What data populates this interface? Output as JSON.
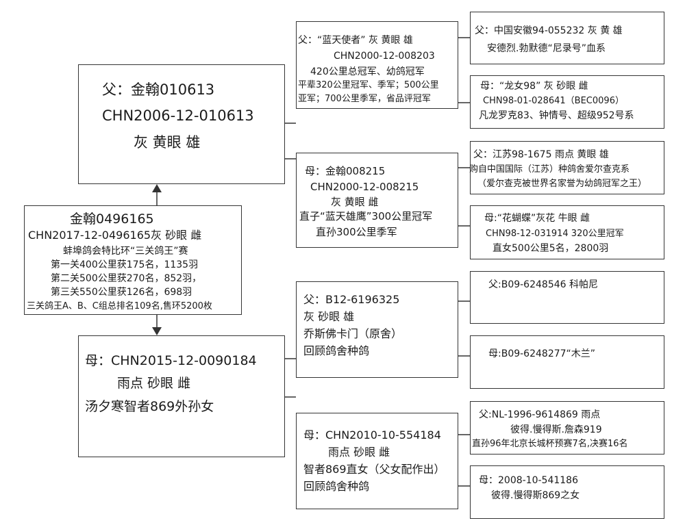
{
  "subject": {
    "lines": [
      "金翰0496165",
      "CHN2017-12-0496165灰 砂眼 雌",
      "蚌埠鸽会特比环“三关鸽王”赛",
      "第一关400公里获175名，1135羽",
      "第二关500公里获270名，852羽，",
      "第三关550公里获126名，698羽",
      "三关鸽王A、B、C组总排名109名,售环5200枚"
    ]
  },
  "sire": {
    "lines": [
      "父：金翰010613",
      "CHN2006-12-010613",
      "灰 黄眼 雄"
    ]
  },
  "dam": {
    "lines": [
      "母：CHN2015-12-0090184",
      "雨点 砂眼 雌",
      "汤夕寒智者869外孙女"
    ]
  },
  "sire_sire": {
    "lines": [
      "父：“蓝天使者”  灰 黄眼 雄",
      "CHN2000-12-008203",
      "420公里总冠军、幼鸽冠军",
      "平辈320公里冠军、季军；500公里",
      "亚军；700公里季军，省品评冠军"
    ]
  },
  "sire_dam": {
    "lines": [
      "母：金翰008215",
      "CHN2000-12-008215",
      "灰 黄眼 雌",
      "直子“蓝天雄鹰”300公里冠军",
      "直孙300公里季军"
    ]
  },
  "dam_sire": {
    "lines": [
      "父：B12-6196325",
      "灰 砂眼 雄",
      "乔斯佛卡门（原舍）",
      "回顾鸽舍种鸽"
    ]
  },
  "dam_dam": {
    "lines": [
      "母：CHN2010-10-554184",
      "雨点 砂眼 雌",
      "智者869直女（父女配作出）",
      "回顾鸽舍种鸽"
    ]
  },
  "g3": {
    "ss_s": {
      "lines": [
        "父：中国安徽94-055232 灰 黄 雄",
        "安德烈.勃默德“尼录号”血系"
      ]
    },
    "ss_d": {
      "lines": [
        "母：“龙女98” 灰 砂眼 雌",
        "CHN98-01-028641（BEC0096）",
        "凡龙罗克83、钟情号、超级952号系"
      ]
    },
    "sd_s": {
      "lines": [
        "父：江苏98-1675 雨点 黄眼 雄",
        "购自中国国际（江苏）种鸽舍爱尔查克系",
        "（爱尔查克被世界名家誉为幼鸽冠军之王）"
      ]
    },
    "sd_d": {
      "lines": [
        "母:“花蝴蝶”灰花 牛眼 雌",
        "CHN98-12-031914  320公里冠军",
        "直女500公里5名，2800羽"
      ]
    },
    "ds_s": {
      "lines": [
        "父:B09-6248546 科帕尼"
      ]
    },
    "ds_d": {
      "lines": [
        "母:B09-6248277“木兰”"
      ]
    },
    "dd_s": {
      "lines": [
        "父:NL-1996-9614869   雨点",
        "彼得.慢得斯.詹森919",
        "直孙96年北京长城杯预赛7名,决赛16名"
      ]
    },
    "dd_d": {
      "lines": [
        "母：2008-10-541186",
        "彼得.慢得斯869之女"
      ]
    }
  }
}
